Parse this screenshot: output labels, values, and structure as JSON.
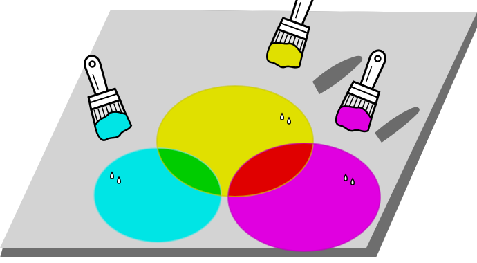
{
  "colors": {
    "board": "#d3d3d3",
    "board_shadow": "#6e6e6e",
    "cyan": "#00e5e5",
    "yellow": "#e0e000",
    "magenta": "#e000e0",
    "cyan_yellow": "#00cc00",
    "yellow_magenta": "#e00000",
    "cyan_magenta": "#0000dd",
    "all_three": "#000000",
    "outline": "#000000",
    "brush_shadow": "#5a5a5a"
  },
  "brushes": [
    {
      "id": "cyan",
      "color_key": "cyan"
    },
    {
      "id": "yellow",
      "color_key": "yellow"
    },
    {
      "id": "magenta",
      "color_key": "magenta"
    }
  ]
}
